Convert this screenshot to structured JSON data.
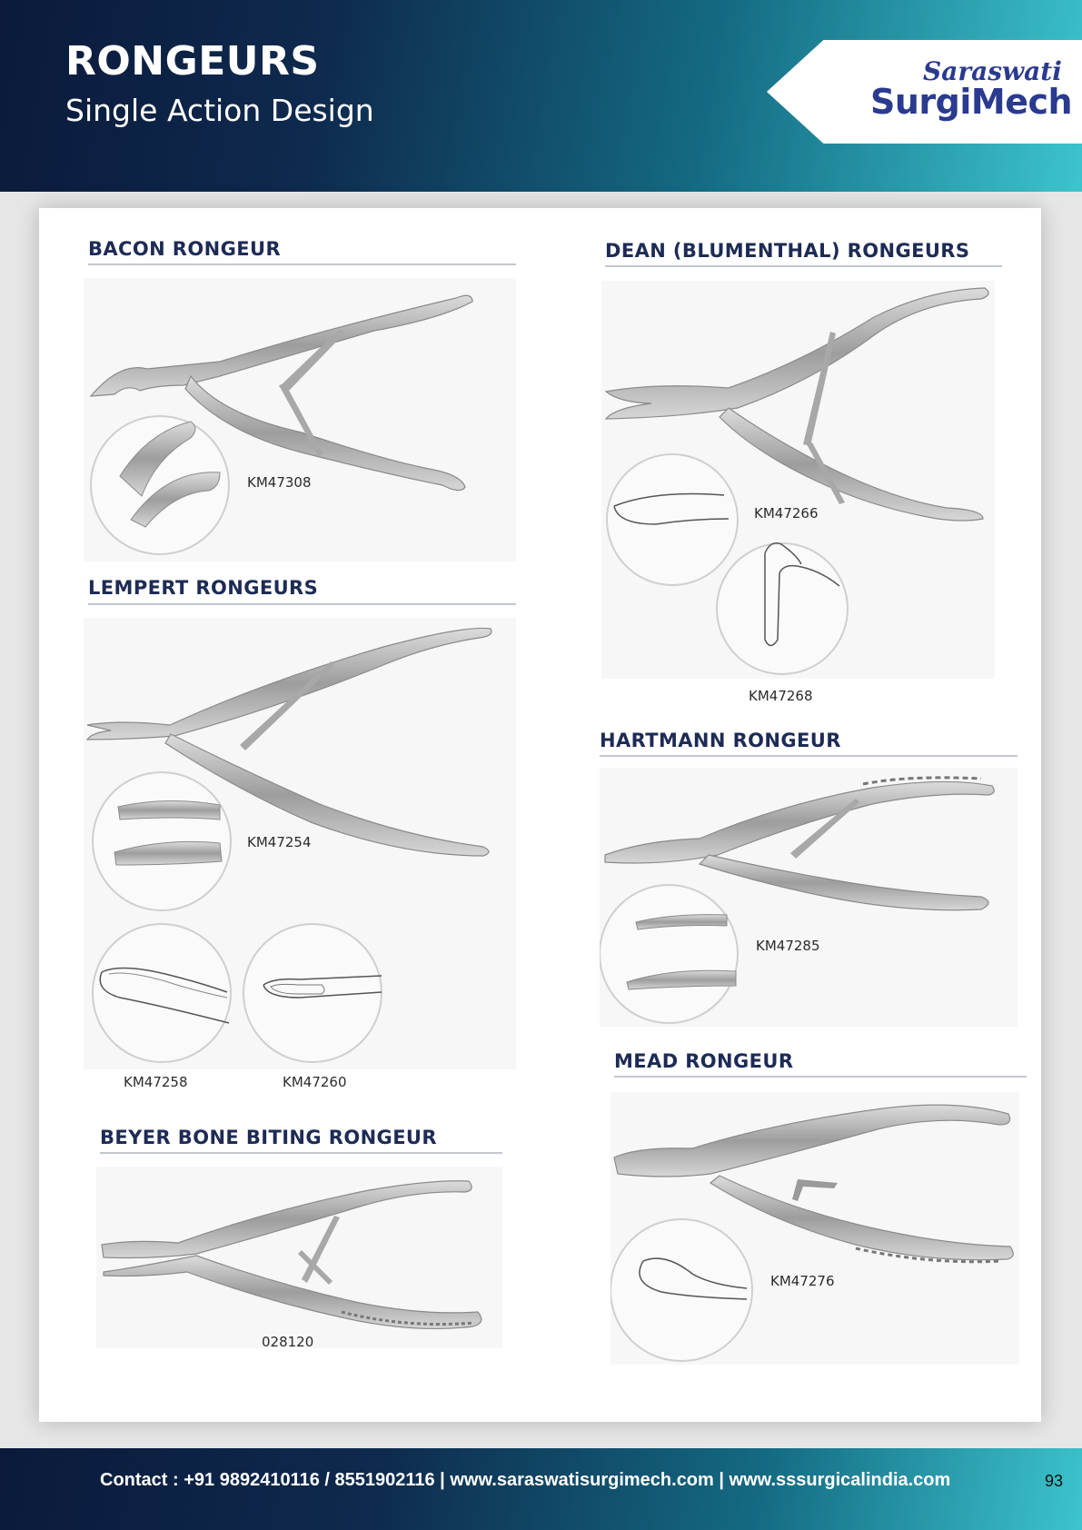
{
  "header": {
    "title": "RONGEURS",
    "subtitle": "Single Action Design",
    "logo": {
      "line1": "Saraswati",
      "line2": "SurgiMech"
    }
  },
  "sections": {
    "bacon": {
      "title": "BACON RONGEUR",
      "codes": [
        "KM47308"
      ]
    },
    "dean": {
      "title": "DEAN (BLUMENTHAL) RONGEURS",
      "codes": [
        "KM47266",
        "KM47268"
      ]
    },
    "lempert": {
      "title": "LEMPERT RONGEURS",
      "codes": [
        "KM47254",
        "KM47258",
        "KM47260"
      ]
    },
    "hartmann": {
      "title": "HARTMANN RONGEUR",
      "codes": [
        "KM47285"
      ]
    },
    "mead": {
      "title": "MEAD RONGEUR",
      "codes": [
        "KM47276"
      ]
    },
    "beyer": {
      "title": "BEYER BONE BITING RONGEUR",
      "codes": [
        "028120"
      ]
    }
  },
  "footer": {
    "contact": "Contact : +91 9892410116 / 8551902116 | www.saraswatisurgimech.com | www.sssurgicalindia.com",
    "page_number": "93"
  },
  "colors": {
    "navy": "#0b1a3a",
    "teal": "#3cc4cc",
    "heading": "#1d2b55",
    "logo_blue": "#2a3a8f"
  }
}
